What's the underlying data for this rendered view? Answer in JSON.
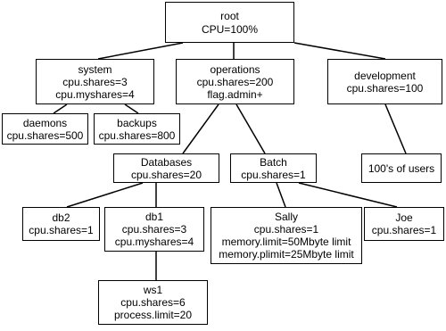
{
  "nodes": {
    "root": {
      "lines": [
        "root",
        "CPU=100%"
      ]
    },
    "system": {
      "lines": [
        "system",
        "cpu.shares=3",
        "cpu.myshares=4"
      ]
    },
    "operations": {
      "lines": [
        "operations",
        "cpu.shares=200",
        "flag.admin+"
      ]
    },
    "development": {
      "lines": [
        "development",
        "cpu.shares=100"
      ]
    },
    "daemons": {
      "lines": [
        "daemons",
        "cpu.shares=500"
      ]
    },
    "backups": {
      "lines": [
        "backups",
        "cpu.shares=800"
      ]
    },
    "databases": {
      "lines": [
        "Databases",
        "cpu.shares=20"
      ]
    },
    "batch": {
      "lines": [
        "Batch",
        "cpu.shares=1"
      ]
    },
    "users": {
      "lines": [
        "100's of users"
      ]
    },
    "db2": {
      "lines": [
        "db2",
        "cpu.shares=1"
      ]
    },
    "db1": {
      "lines": [
        "db1",
        "cpu.shares=3",
        "cpu.myshares=4"
      ]
    },
    "sally": {
      "lines": [
        "Sally",
        "cpu.shares=1",
        "memory.limit=50Mbyte limit",
        "memory.plimit=25Mbyte limit"
      ]
    },
    "joe": {
      "lines": [
        "Joe",
        "cpu.shares=1"
      ]
    },
    "ws1": {
      "lines": [
        "ws1",
        "cpu.shares=6",
        "process.limit=20"
      ]
    }
  }
}
